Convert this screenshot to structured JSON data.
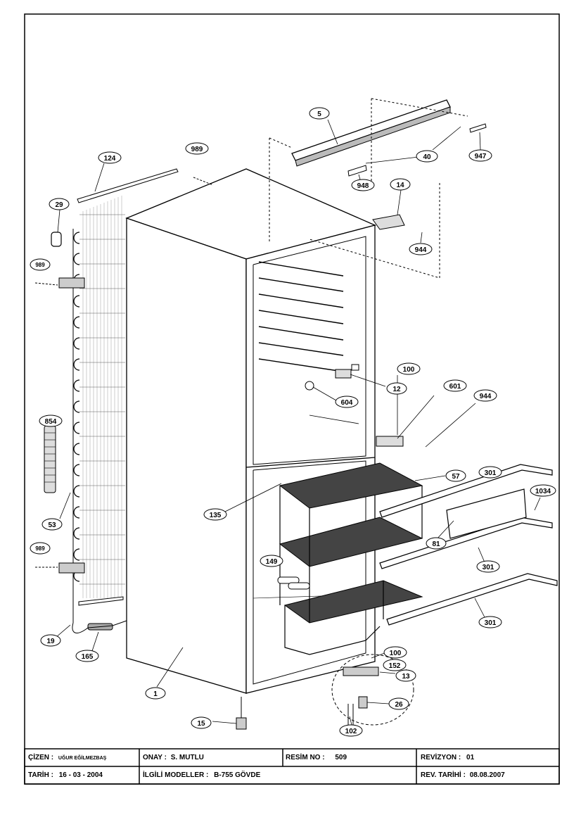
{
  "title_block": {
    "drawn_label": "ÇİZEN :",
    "drawn_by": "UĞUR EĞİLMEZBAŞ",
    "approval_label": "ONAY :",
    "approved_by": "S. MUTLU",
    "drawing_no_label": "RESİM NO :",
    "drawing_no": "509",
    "revision_label": "REVİZYON :",
    "revision": "01",
    "date_label": "TARİH :",
    "date": "16 - 03 - 2004",
    "models_label": "İLGİLİ MODELLER :",
    "models": "B-755 GÖVDE",
    "rev_date_label": "REV. TARİHİ :",
    "rev_date": "08.08.2007"
  },
  "callouts": [
    {
      "id": "c-5",
      "text": "5"
    },
    {
      "id": "c-40",
      "text": "40"
    },
    {
      "id": "c-947",
      "text": "947"
    },
    {
      "id": "c-948",
      "text": "948"
    },
    {
      "id": "c-14",
      "text": "14"
    },
    {
      "id": "c-944a",
      "text": "944"
    },
    {
      "id": "c-124",
      "text": "124"
    },
    {
      "id": "c-989a",
      "text": "989"
    },
    {
      "id": "c-29",
      "text": "29"
    },
    {
      "id": "c-989b",
      "text": "989"
    },
    {
      "id": "c-12",
      "text": "12"
    },
    {
      "id": "c-604",
      "text": "604"
    },
    {
      "id": "c-100a",
      "text": "100"
    },
    {
      "id": "c-601",
      "text": "601"
    },
    {
      "id": "c-944b",
      "text": "944"
    },
    {
      "id": "c-854",
      "text": "854"
    },
    {
      "id": "c-57",
      "text": "57"
    },
    {
      "id": "c-301a",
      "text": "301"
    },
    {
      "id": "c-1034",
      "text": "1034"
    },
    {
      "id": "c-135",
      "text": "135"
    },
    {
      "id": "c-81",
      "text": "81"
    },
    {
      "id": "c-301b",
      "text": "301"
    },
    {
      "id": "c-53",
      "text": "53"
    },
    {
      "id": "c-989c",
      "text": "989"
    },
    {
      "id": "c-149",
      "text": "149"
    },
    {
      "id": "c-301c",
      "text": "301"
    },
    {
      "id": "c-19",
      "text": "19"
    },
    {
      "id": "c-165",
      "text": "165"
    },
    {
      "id": "c-100b",
      "text": "100"
    },
    {
      "id": "c-152",
      "text": "152"
    },
    {
      "id": "c-13",
      "text": "13"
    },
    {
      "id": "c-1",
      "text": "1"
    },
    {
      "id": "c-26",
      "text": "26"
    },
    {
      "id": "c-15",
      "text": "15"
    },
    {
      "id": "c-102",
      "text": "102"
    }
  ]
}
